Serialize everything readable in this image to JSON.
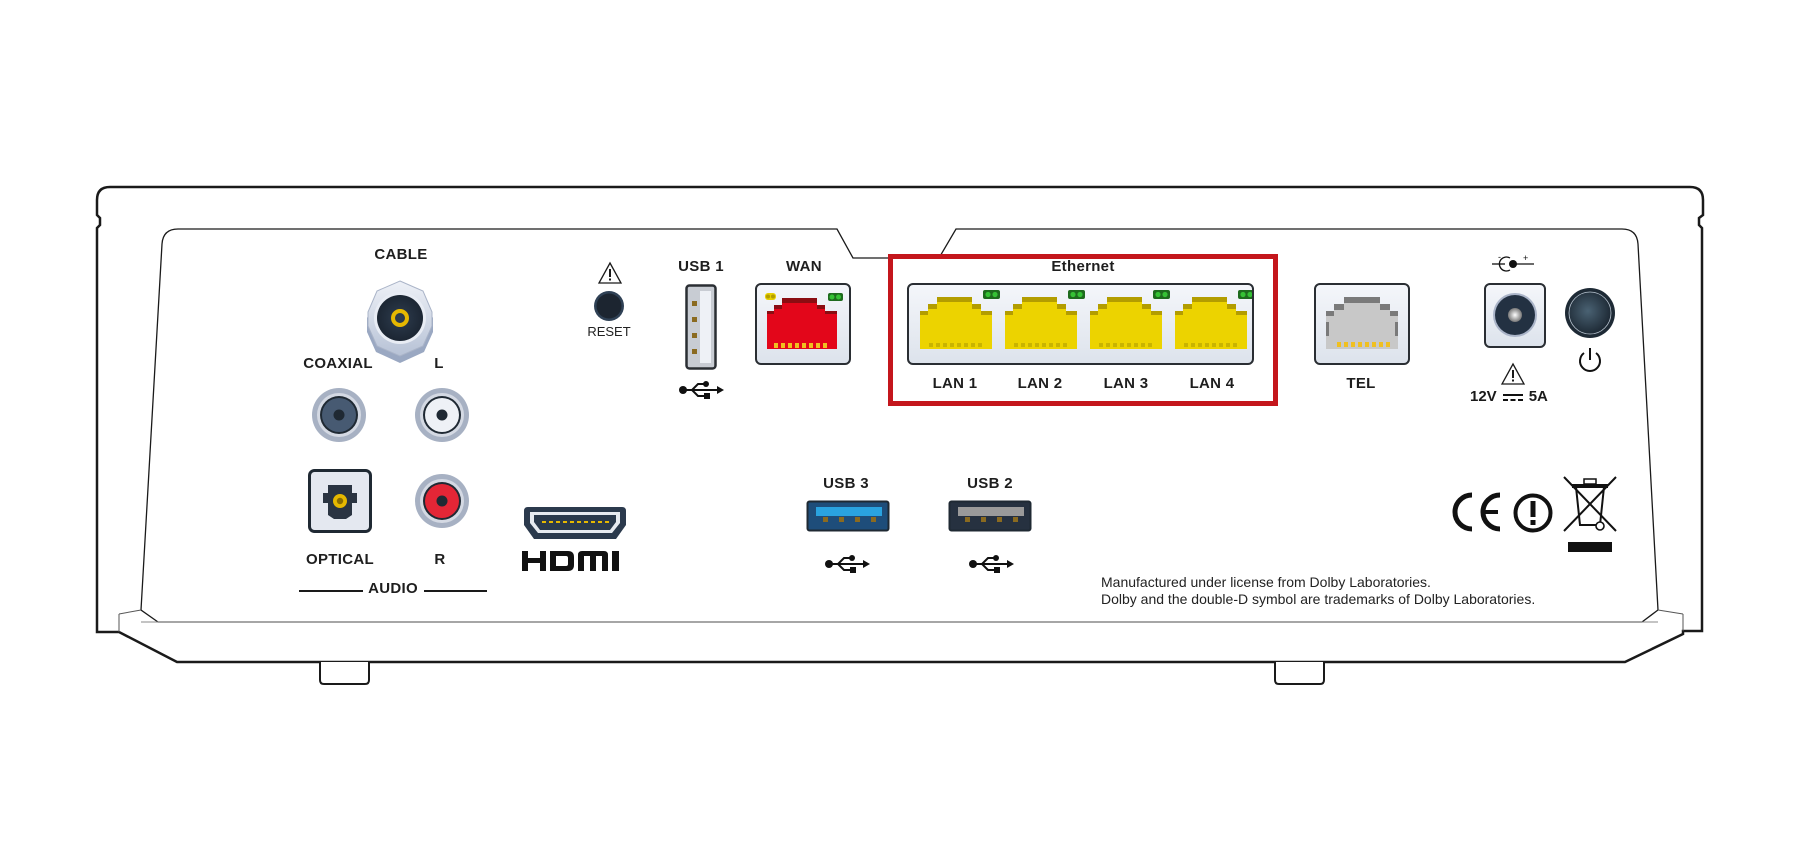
{
  "device": "Router / set-top gateway rear panel",
  "labels": {
    "cable": "CABLE",
    "coaxial": "COAXIAL",
    "audio_left": "L",
    "optical": "OPTICAL",
    "audio_right": "R",
    "audio_group": "AUDIO",
    "reset": "RESET",
    "usb1": "USB 1",
    "wan": "WAN",
    "ethernet": "Ethernet",
    "lan1": "LAN 1",
    "lan2": "LAN 2",
    "lan3": "LAN 3",
    "lan4": "LAN 4",
    "tel": "TEL",
    "usb3": "USB 3",
    "usb2": "USB 2",
    "power_rating_v": "12V",
    "power_rating_a": "5A",
    "hdmi": "HDMI"
  },
  "legal": {
    "line1": "Manufactured under license from Dolby Laboratories.",
    "line2": "Dolby and the double-D symbol are trademarks of Dolby Laboratories."
  },
  "icons": {
    "reset_warning": "warning-triangle-icon",
    "power_warning": "warning-triangle-icon",
    "usb": "usb-trident-icon",
    "dc_polarity": "dc-polarity-icon",
    "power": "power-icon",
    "ce": "ce-mark-icon",
    "alert": "alert-circle-icon",
    "weee": "weee-crossed-bin-icon"
  },
  "colors": {
    "highlight": "#c4161c",
    "wan_port": "#e3061a",
    "lan_port": "#ecd300",
    "tel_port": "#c8c8c8",
    "usb3_port": "#2aa3e0",
    "usb2_port": "#9a9a9a",
    "audio_right": "#e32636",
    "cable_center": "#e6b800",
    "led_green": "#2d9b2d"
  }
}
